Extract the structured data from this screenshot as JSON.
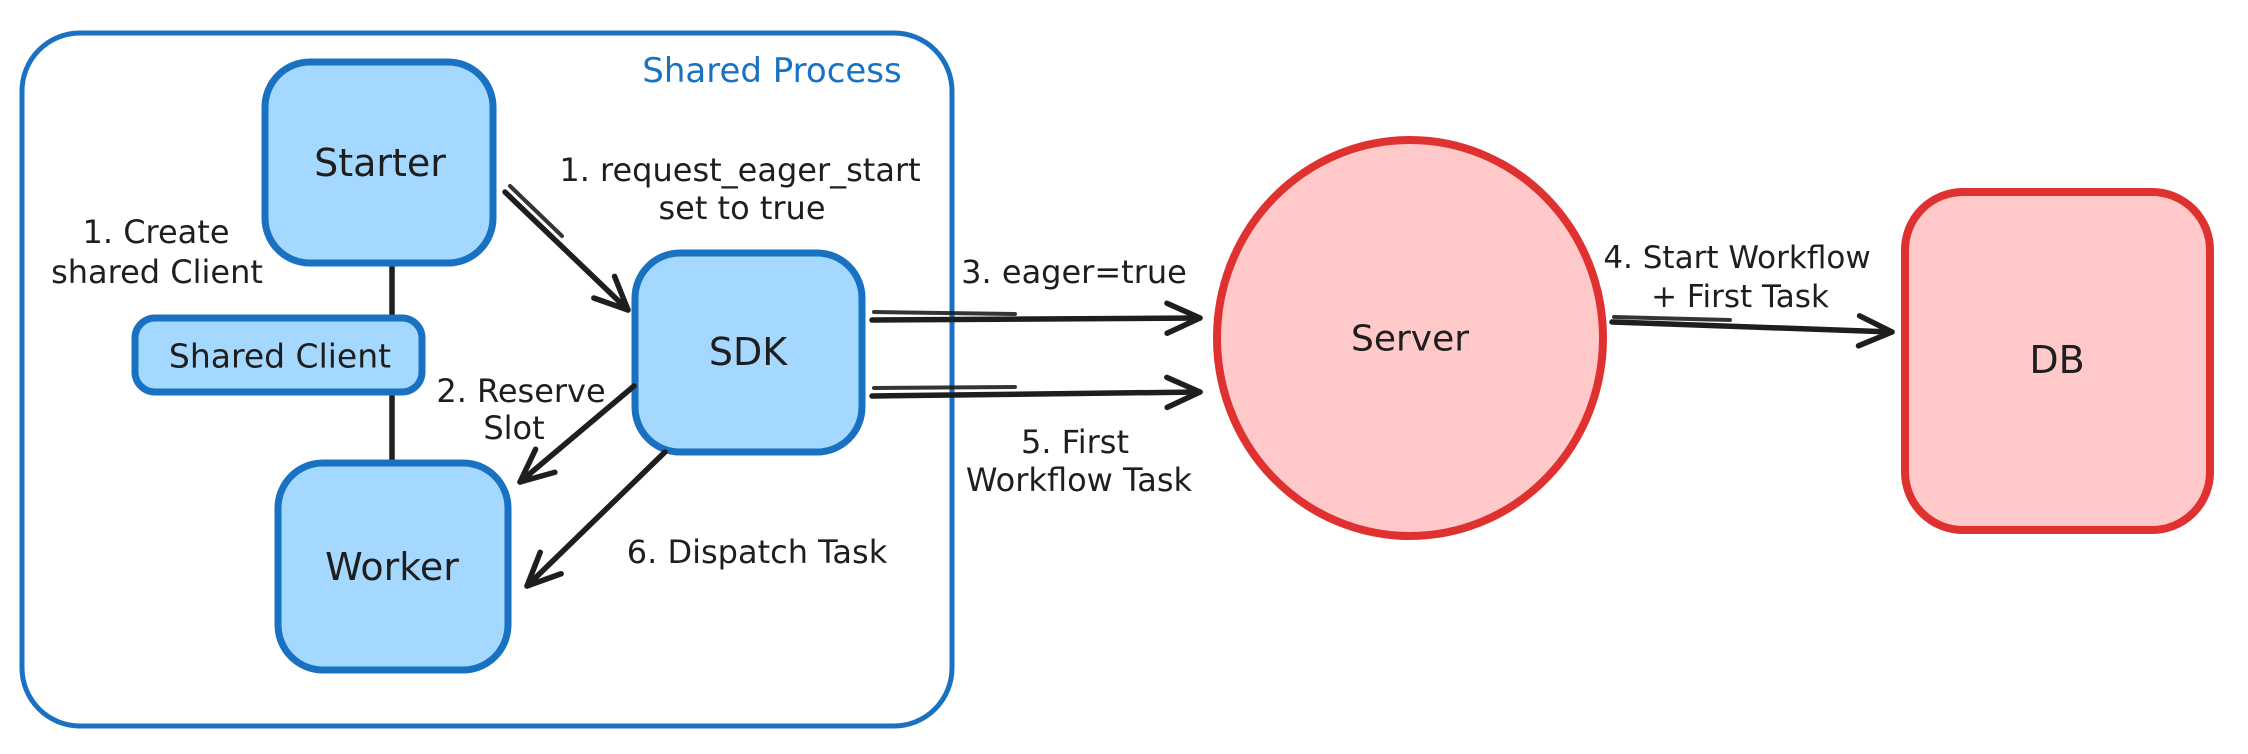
{
  "colors": {
    "canvas_bg": "#ffffff",
    "blue_stroke": "#1971c2",
    "blue_fill": "#a5d8ff",
    "red_stroke": "#e03131",
    "red_fill": "#ffc9c9",
    "ink": "#1e1e1e"
  },
  "container": {
    "label": "Shared Process"
  },
  "nodes": {
    "starter": {
      "label": "Starter"
    },
    "shared_client": {
      "label": "Shared Client"
    },
    "worker": {
      "label": "Worker"
    },
    "sdk": {
      "label": "SDK"
    },
    "server": {
      "label": "Server"
    },
    "db": {
      "label": "DB"
    }
  },
  "annotations": {
    "create_shared_client": {
      "line1": "1. Create",
      "line2": "shared Client"
    },
    "request_eager_start": {
      "line1": "1. request_eager_start",
      "line2": "set to true"
    },
    "reserve_slot": {
      "line1": "2. Reserve",
      "line2": "Slot"
    },
    "eager_true": {
      "label": "3. eager=true"
    },
    "start_workflow": {
      "line1": "4. Start Workflow",
      "line2": "+ First Task"
    },
    "first_workflow_task": {
      "line1": "5. First",
      "line2": "Workflow Task"
    },
    "dispatch_task": {
      "label": "6. Dispatch Task"
    }
  }
}
